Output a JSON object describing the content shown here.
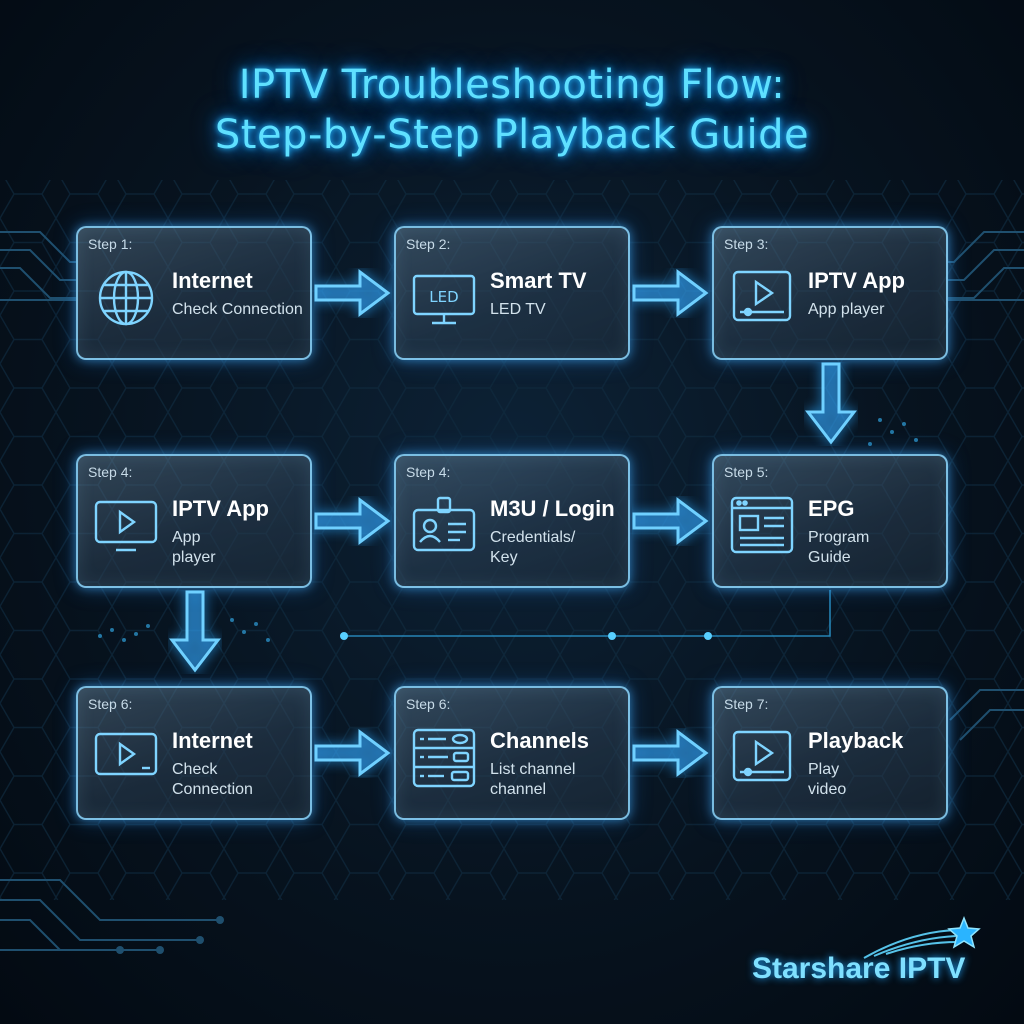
{
  "title": {
    "line1": "IPTV Troubleshooting Flow:",
    "line2": "Step-by-Step Playback Guide"
  },
  "steps": [
    {
      "step": "Step 1:",
      "title": "Internet",
      "subtitle": "Check Connection",
      "icon": "globe-icon"
    },
    {
      "step": "Step 2:",
      "title": "Smart TV",
      "subtitle": "LED TV",
      "icon": "led-tv-icon",
      "icon_text": "LED"
    },
    {
      "step": "Step 3:",
      "title": "IPTV App",
      "subtitle": "App player",
      "icon": "video-player-icon"
    },
    {
      "step": "Step 4:",
      "title": "IPTV App",
      "subtitle": "App\nplayer",
      "icon": "monitor-play-icon"
    },
    {
      "step": "Step 4:",
      "title": "M3U / Login",
      "subtitle": "Credentials/\nKey",
      "icon": "id-badge-icon"
    },
    {
      "step": "Step 5:",
      "title": "EPG",
      "subtitle": "Program\nGuide",
      "icon": "program-guide-icon"
    },
    {
      "step": "Step 6:",
      "title": "Internet",
      "subtitle": "Check\nConnection",
      "icon": "monitor-play-icon"
    },
    {
      "step": "Step 6:",
      "title": "Channels",
      "subtitle": "List channel\nchannel",
      "icon": "channel-list-icon"
    },
    {
      "step": "Step 7:",
      "title": "Playback",
      "subtitle": "Play\nvideo",
      "icon": "video-player-icon"
    }
  ],
  "brand": {
    "name": "Starshare IPTV",
    "icon": "shooting-star-icon"
  },
  "colors": {
    "accent": "#5fe0ff",
    "arrow": "#3fb8ff",
    "card_border": "#8cd7ff",
    "background": "#07131f"
  }
}
